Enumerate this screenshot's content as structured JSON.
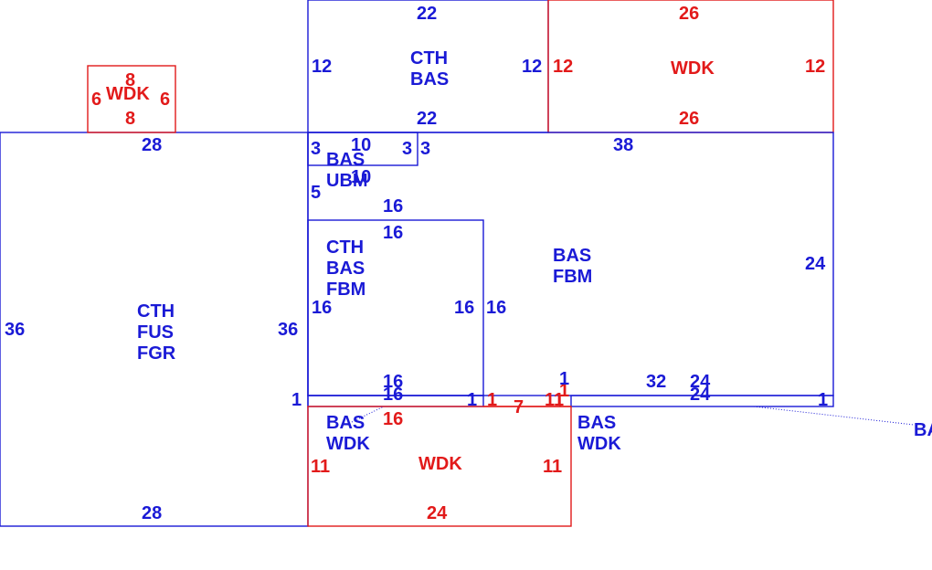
{
  "colors": {
    "blue": "#1a1ad6",
    "red": "#e21a1a",
    "background": "#ffffff"
  },
  "areas": {
    "cth_fus_fgr": {
      "code_1": "CTH",
      "code_2": "FUS",
      "code_3": "FGR",
      "dim_top": "28",
      "dim_bottom": "28",
      "dim_left": "36",
      "dim_right": "36"
    },
    "cth_bas_top": {
      "code_1": "CTH",
      "code_2": "BAS",
      "dim_top": "22",
      "dim_bottom": "22",
      "dim_left": "12",
      "dim_right": "12"
    },
    "wdk_top_right": {
      "code": "WDK",
      "dim_top": "26",
      "dim_bottom": "26",
      "dim_left": "12",
      "dim_right": "12"
    },
    "wdk_small": {
      "code": "WDK",
      "dim_top": "8",
      "dim_bottom": "8",
      "dim_left": "6",
      "dim_right": "6"
    },
    "bas_ubm": {
      "code_1": "BAS",
      "code_2": "UBM",
      "dim_top": "10",
      "dim_bottom": "10",
      "dim_left": "3",
      "dim_right": "3",
      "dim_right_outer": "3"
    },
    "bas_fbm": {
      "code_1": "BAS",
      "code_2": "FBM",
      "dim_top": "38",
      "dim_right": "24",
      "dim_bottom_a": "32",
      "dim_bottom_b": "24",
      "dim_left_upper": "5",
      "dim_mid_top": "16"
    },
    "cth_bas_fbm": {
      "code_1": "CTH",
      "code_2": "BAS",
      "code_3": "FBM",
      "dim_top": "16",
      "dim_bottom": "16",
      "dim_left": "16",
      "dim_right": "16",
      "dim_right_outer": "16"
    },
    "bas_wdk_strip": {
      "code_1": "BAS",
      "code_2": "WDK",
      "dim_top": "16",
      "dim_bottom": "16",
      "dim_left": "1",
      "dim_right": "1"
    },
    "wdk_bottom": {
      "code": "WDK",
      "dim_top": "16",
      "dim_bottom": "24",
      "dim_left": "11",
      "dim_right": "11",
      "dim_top_right_a": "1",
      "dim_top_mid": "7",
      "dim_top_right_b": "11",
      "dim_top_right_c": "1"
    },
    "bas_wdk_right": {
      "code_1": "BAS",
      "code_2": "WDK",
      "dim_top_a": "24",
      "dim_left": "1",
      "dim_right": "1",
      "dim_far_left": "1"
    },
    "offpage": {
      "label": "BA"
    }
  }
}
